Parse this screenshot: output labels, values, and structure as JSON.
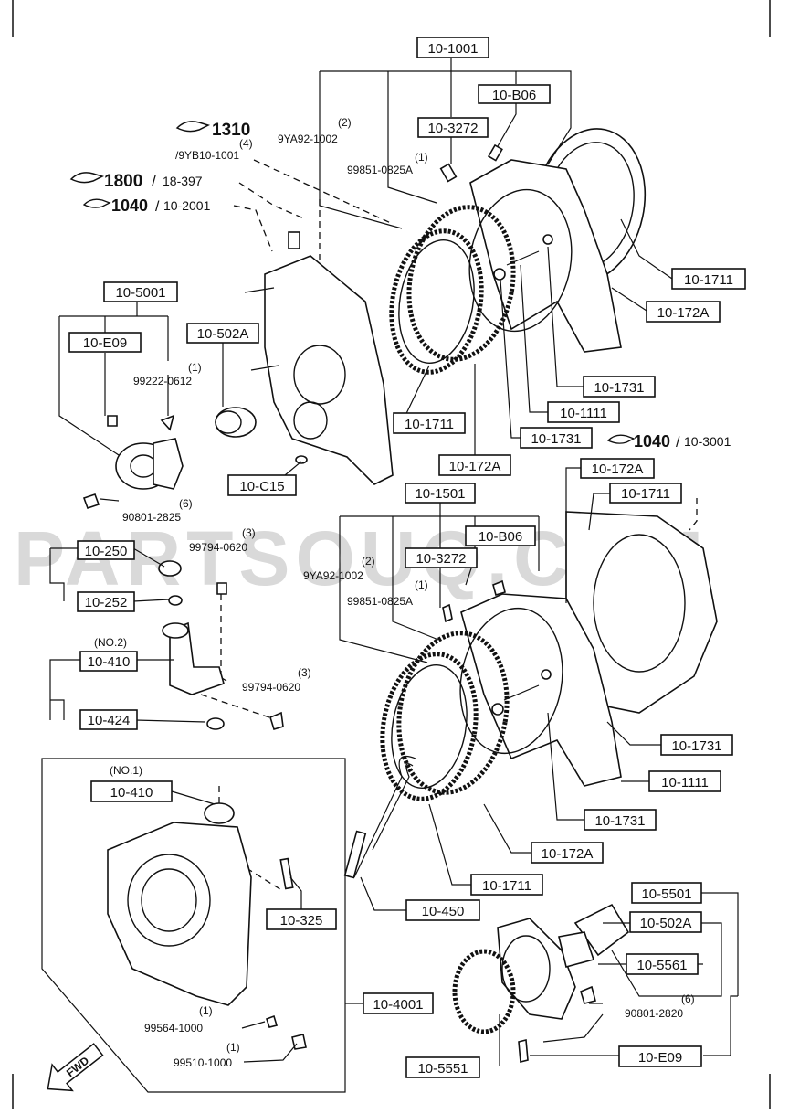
{
  "watermark": "PARTSOUQ.COM",
  "refs": [
    {
      "icon": "hand-pointer-icon",
      "num": "1310",
      "sep": "",
      "tail": "/9YB10-1001"
    },
    {
      "icon": "hand-pointer-icon",
      "num": "1800",
      "sep": "/",
      "tail": "18-397"
    },
    {
      "icon": "hand-pointer-icon",
      "num": "1040",
      "sep": "/",
      "tail": "10-2001"
    },
    {
      "icon": "hand-pointer-icon",
      "num": "1040",
      "sep": "/",
      "tail": "10-3001"
    }
  ],
  "boxes": {
    "b10_1001": "10-1001",
    "b10_B06_top": "10-B06",
    "b10_3272_top": "10-3272",
    "b10_5001": "10-5001",
    "b10_E09_left": "10-E09",
    "b10_502A_left": "10-502A",
    "b10_1711_r1": "10-1711",
    "b10_172A_r1": "10-172A",
    "b10_1731_r1": "10-1731",
    "b10_1111_r1": "10-1111",
    "b10_1731_r2": "10-1731",
    "b10_1711_mid": "10-1711",
    "b10_172A_mid": "10-172A",
    "b10_C15": "10-C15",
    "b10_1501": "10-1501",
    "b10_172A_r2": "10-172A",
    "b10_1711_r2": "10-1711",
    "b10_B06_mid": "10-B06",
    "b10_3272_mid": "10-3272",
    "b10_250": "10-250",
    "b10_252": "10-252",
    "b10_410_no2": "10-410",
    "b10_424": "10-424",
    "b10_1731_r3": "10-1731",
    "b10_1111_r2": "10-1111",
    "b10_1731_r4": "10-1731",
    "b10_410_no1": "10-410",
    "b10_172A_bot": "10-172A",
    "b10_1711_bot": "10-1711",
    "b10_325": "10-325",
    "b10_450": "10-450",
    "b10_5501": "10-5501",
    "b10_502A_right": "10-502A",
    "b10_5561": "10-5561",
    "b10_4001": "10-4001",
    "b10_E09_right": "10-E09",
    "b10_5551": "10-5551"
  },
  "labels": {
    "q2a": "(2)",
    "p9YA92_top": "9YA92-1002",
    "q4": "(4)",
    "q1a": "(1)",
    "p99851_top": "99851-0825A",
    "q1b": "(1)",
    "p99222": "99222-0612",
    "q6a": "(6)",
    "p90801_left": "90801-2825",
    "q3a": "(3)",
    "p99794_top": "99794-0620",
    "q2b": "(2)",
    "p9YA92_mid": "9YA92-1002",
    "q1c": "(1)",
    "p99851_mid": "99851-0825A",
    "no2": "(NO.2)",
    "q3b": "(3)",
    "p99794_mid": "99794-0620",
    "no1": "(NO.1)",
    "q1d": "(1)",
    "p99564": "99564-1000",
    "q1e": "(1)",
    "p99510": "99510-1000",
    "q6b": "(6)",
    "p90801_right": "90801-2820",
    "fwd": "FWD"
  }
}
